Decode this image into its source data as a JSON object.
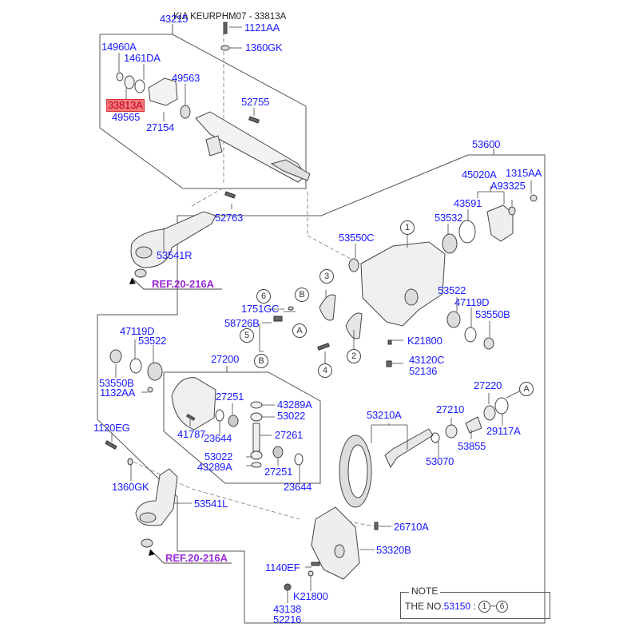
{
  "title": "KIA KEURPHM07 - 33813A",
  "highlight_color": "#f47a7a",
  "label_color": "#1a1aff",
  "ref_color": "#9a2bd6",
  "groups": {
    "shaft_assembly": "43215",
    "carrier_assembly": "53600",
    "differential_assembly": "27200"
  },
  "labels": {
    "l1121AA": "1121AA",
    "l1360GK_top": "1360GK",
    "l14960A": "14960A",
    "l1461DA": "1461DA",
    "l49563": "49563",
    "l33813A": "33813A",
    "l49565": "49565",
    "l27154": "27154",
    "l52755": "52755",
    "l52763": "52763",
    "l53541R": "53541R",
    "l45020A": "45020A",
    "l1315AA": "1315AA",
    "lA93325": "A93325",
    "l43591": "43591",
    "l53532": "53532",
    "l53550C": "53550C",
    "l1751GC": "1751GC",
    "l58726B": "58726B",
    "l53522_r": "53522",
    "l47119D_r": "47119D",
    "l53550B_r": "53550B",
    "lK21800_top": "K21800",
    "l43120C": "43120C",
    "l52136": "52136",
    "l47119D_l": "47119D",
    "l53522_l": "53522",
    "l53550B_l": "53550B",
    "l1132AA": "1132AA",
    "l27251_a": "27251",
    "l43289A_a": "43289A",
    "l53022_a": "53022",
    "l41787": "41787",
    "l23644_a": "23644",
    "l27261": "27261",
    "l53022_b": "53022",
    "l43289A_b": "43289A",
    "l27251_b": "27251",
    "l23644_b": "23644",
    "l1120EG": "1120EG",
    "l1360GK_bot": "1360GK",
    "l53541L": "53541L",
    "l53210A": "53210A",
    "l27220": "27220",
    "l27210": "27210",
    "l29117A": "29117A",
    "l53855": "53855",
    "l53070": "53070",
    "l26710A": "26710A",
    "l53320B": "53320B",
    "l1140EF": "1140EF",
    "lK21800_bot": "K21800",
    "l43138": "43138",
    "l52216": "52216"
  },
  "references": {
    "ref_top": "REF.20-216A",
    "ref_bottom": "REF.20-216A"
  },
  "callouts": {
    "c1": "1",
    "c2": "2",
    "c3": "3",
    "c4": "4",
    "c5": "5",
    "c6": "6",
    "cA_left": "A",
    "cA_right": "A",
    "cB_top": "B",
    "cB_bottom": "B"
  },
  "note": {
    "title": "NOTE",
    "prefix": "THE NO.",
    "number": "53150",
    "separator": " : ",
    "range_start": "1",
    "range_sep": "~",
    "range_end": "6"
  }
}
